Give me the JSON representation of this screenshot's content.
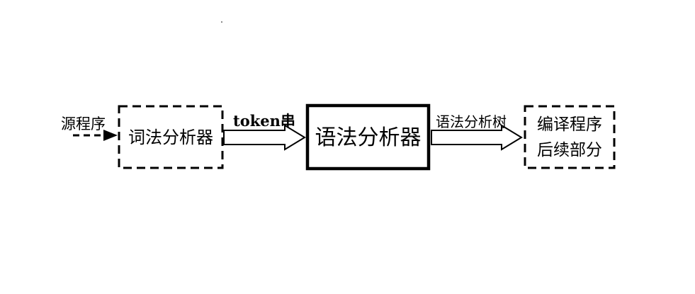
{
  "diagram": {
    "source_label": "源程序",
    "lexer_label": "词法分析器",
    "token_label": "token串",
    "parser_label": "语法分析器",
    "tree_label": "语法分析树",
    "backend_line1": "编译程序",
    "backend_line2": "后续部分"
  }
}
